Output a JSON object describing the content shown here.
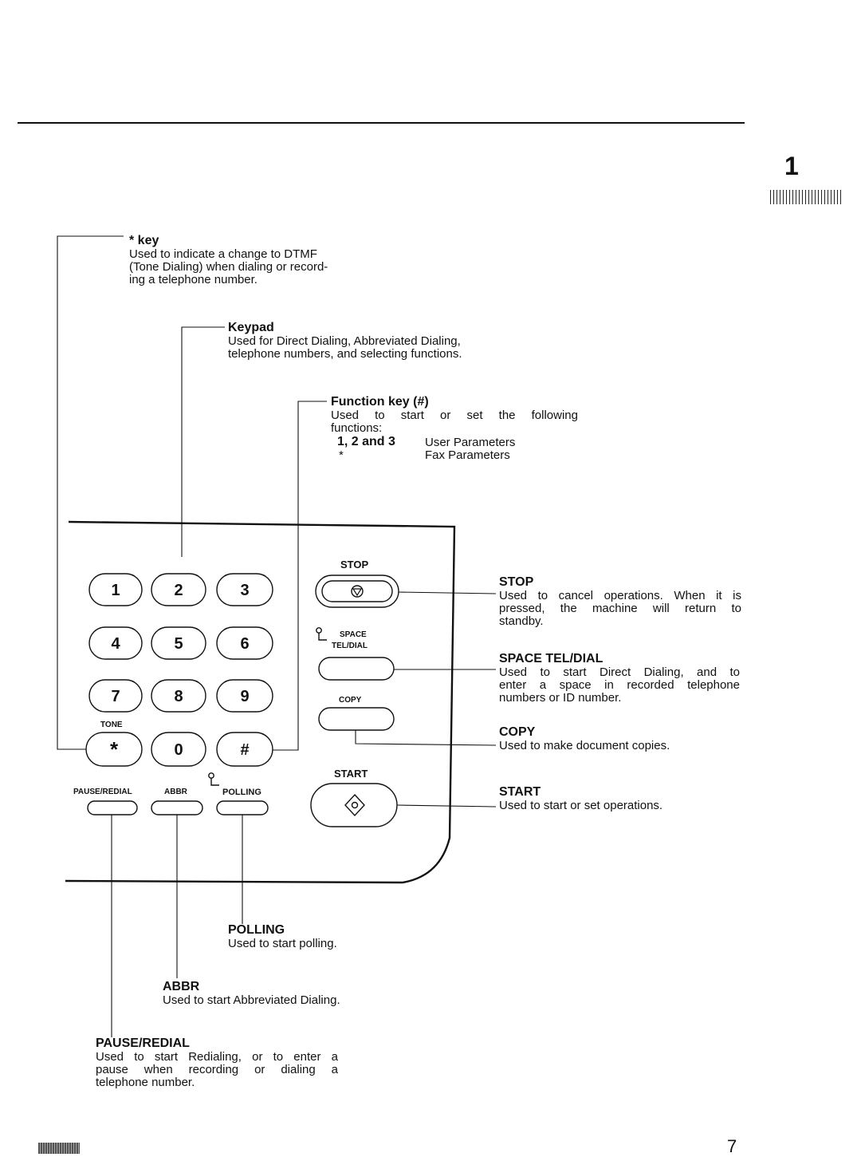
{
  "chapter": {
    "number": "1"
  },
  "page": {
    "number": "7"
  },
  "callouts": {
    "star_key": {
      "title": "* key",
      "lines": [
        "Used to indicate a change to DTMF",
        "(Tone Dialing) when dialing or record-",
        "ing a telephone number."
      ]
    },
    "keypad": {
      "title": "Keypad",
      "lines": [
        "Used for Direct Dialing, Abbreviated Dialing,",
        "telephone numbers, and selecting functions."
      ]
    },
    "function_key": {
      "title": "Function key (#)",
      "lines": [
        "Used to start or set the following",
        "functions:"
      ],
      "rows": [
        {
          "key": "1, 2 and 3",
          "desc": "User Parameters"
        },
        {
          "key": "*",
          "desc": "Fax Parameters"
        }
      ]
    },
    "stop": {
      "title": "STOP",
      "lines": [
        "Used to cancel operations. When it is",
        "pressed, the machine will return to",
        "standby."
      ]
    },
    "space_tel_dial": {
      "title": "SPACE TEL/DIAL",
      "lines": [
        "Used to start Direct Dialing, and to",
        "enter a space in recorded telephone",
        "numbers or ID number."
      ]
    },
    "copy": {
      "title": "COPY",
      "lines": [
        "Used to make document copies."
      ]
    },
    "start": {
      "title": "START",
      "lines": [
        "Used to start or set operations."
      ]
    },
    "polling": {
      "title": "POLLING",
      "lines": [
        "Used to start polling."
      ]
    },
    "abbr": {
      "title": "ABBR",
      "lines": [
        "Used to start Abbreviated Dialing."
      ]
    },
    "pause_redial": {
      "title": "PAUSE/REDIAL",
      "lines": [
        "Used to start Redialing, or to enter a",
        "pause when recording or dialing a",
        "telephone number."
      ]
    }
  },
  "panel": {
    "keys": [
      "1",
      "2",
      "3",
      "4",
      "5",
      "6",
      "7",
      "8",
      "9",
      "*",
      "0",
      "#"
    ],
    "tone_label": "TONE",
    "pause_redial_label": "PAUSE/REDIAL",
    "abbr_label": "ABBR",
    "polling_label": "POLLING",
    "stop_label": "STOP",
    "space_label": "SPACE",
    "tel_dial_label": "TEL/DIAL",
    "copy_label": "COPY",
    "start_label": "START"
  }
}
